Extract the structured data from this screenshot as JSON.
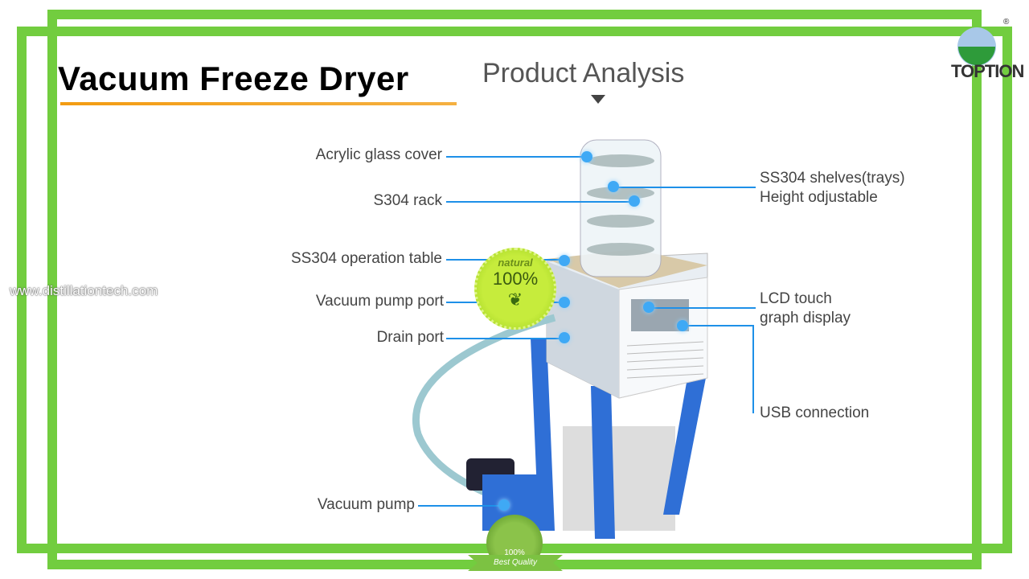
{
  "header": {
    "title": "Vacuum Freeze Dryer",
    "subtitle": "Product Analysis"
  },
  "brand": {
    "logo_text": "TOPTION",
    "registered": "®"
  },
  "watermark": "www.distillationtech.com",
  "labels": {
    "acrylic": "Acrylic glass cover",
    "rack": "S304 rack",
    "table": "SS304 operation table",
    "pump_port": "Vacuum pump port",
    "drain": "Drain port",
    "pump": "Vacuum pump",
    "shelves_1": "SS304 shelves(trays)",
    "shelves_2": "Height odjustable",
    "lcd_1": "LCD touch",
    "lcd_2": "graph display",
    "usb": "USB connection"
  },
  "seals": {
    "natural_top": "natural",
    "natural_pct": "100%",
    "best_pct": "100%",
    "best_text": "Best Quality"
  },
  "colors": {
    "frame": "#72cd3f",
    "accent_line": "#1e90e8",
    "underline": "#f39c12"
  }
}
